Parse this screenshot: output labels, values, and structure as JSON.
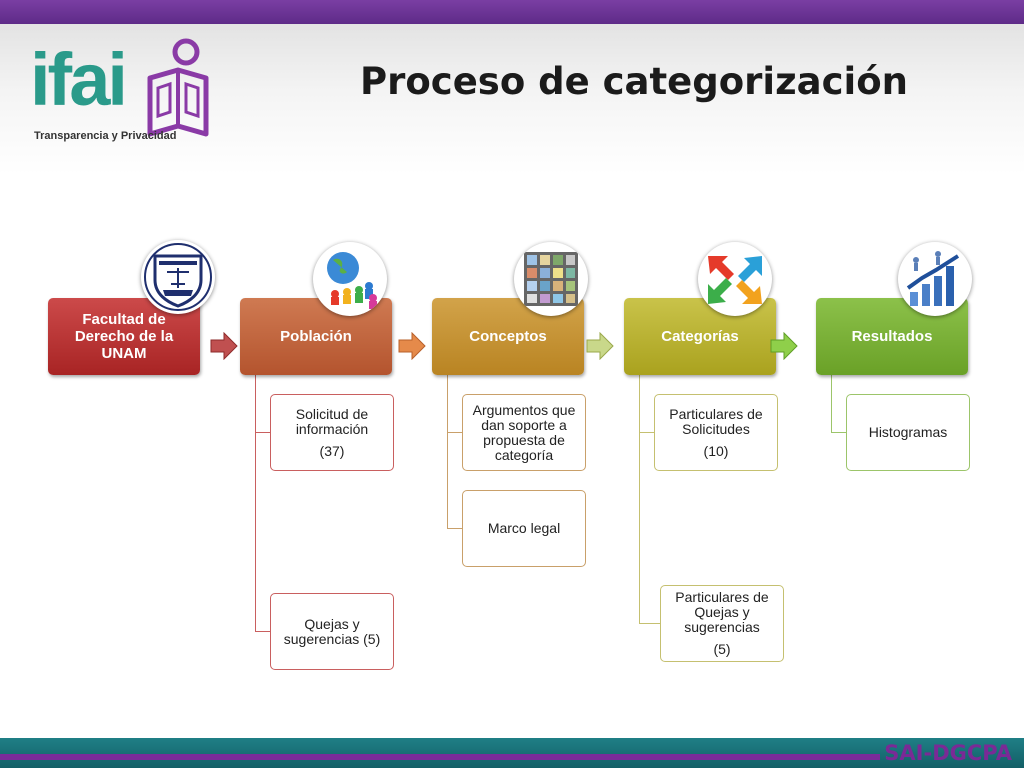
{
  "slide": {
    "title": "Proceso de categorización",
    "footer": "SAI-DGCPA"
  },
  "logo": {
    "wordmark": "ifai",
    "tagline": "Transparencia y Privacidad"
  },
  "process": {
    "steps": [
      {
        "label": "Facultad de Derecho de la UNAM",
        "color": "#b83434"
      },
      {
        "label": "Población",
        "color": "#c0643d"
      },
      {
        "label": "Conceptos",
        "color": "#c89533"
      },
      {
        "label": "Categorías",
        "color": "#bab32f"
      },
      {
        "label": "Resultados",
        "color": "#7bb338"
      }
    ],
    "poblacion_items": [
      {
        "line1": "Solicitud  de información",
        "line2": "(37)"
      },
      {
        "line1": "Quejas y sugerencias (5)"
      }
    ],
    "conceptos_items": [
      {
        "line1": "Argumentos que dan soporte a propuesta de categoría"
      },
      {
        "line1": "Marco legal"
      }
    ],
    "categorias_items": [
      {
        "line1": "Particulares de Solicitudes",
        "line2": "(10)"
      },
      {
        "line1": "Particulares de Quejas y sugerencias",
        "line2": "(5)"
      }
    ],
    "resultados_items": [
      {
        "line1": "Histogramas"
      }
    ]
  },
  "icons": {
    "unam": "unam-seal-icon",
    "poblacion": "globe-people-icon",
    "conceptos": "image-grid-icon",
    "categorias": "converging-arrows-icon",
    "resultados": "growth-chart-icon"
  },
  "colors": {
    "top_bar": "#6a3296",
    "footer_bar": "#1a6f76",
    "footer_text": "#7a2a96",
    "logo_teal": "#2a9a8a"
  }
}
